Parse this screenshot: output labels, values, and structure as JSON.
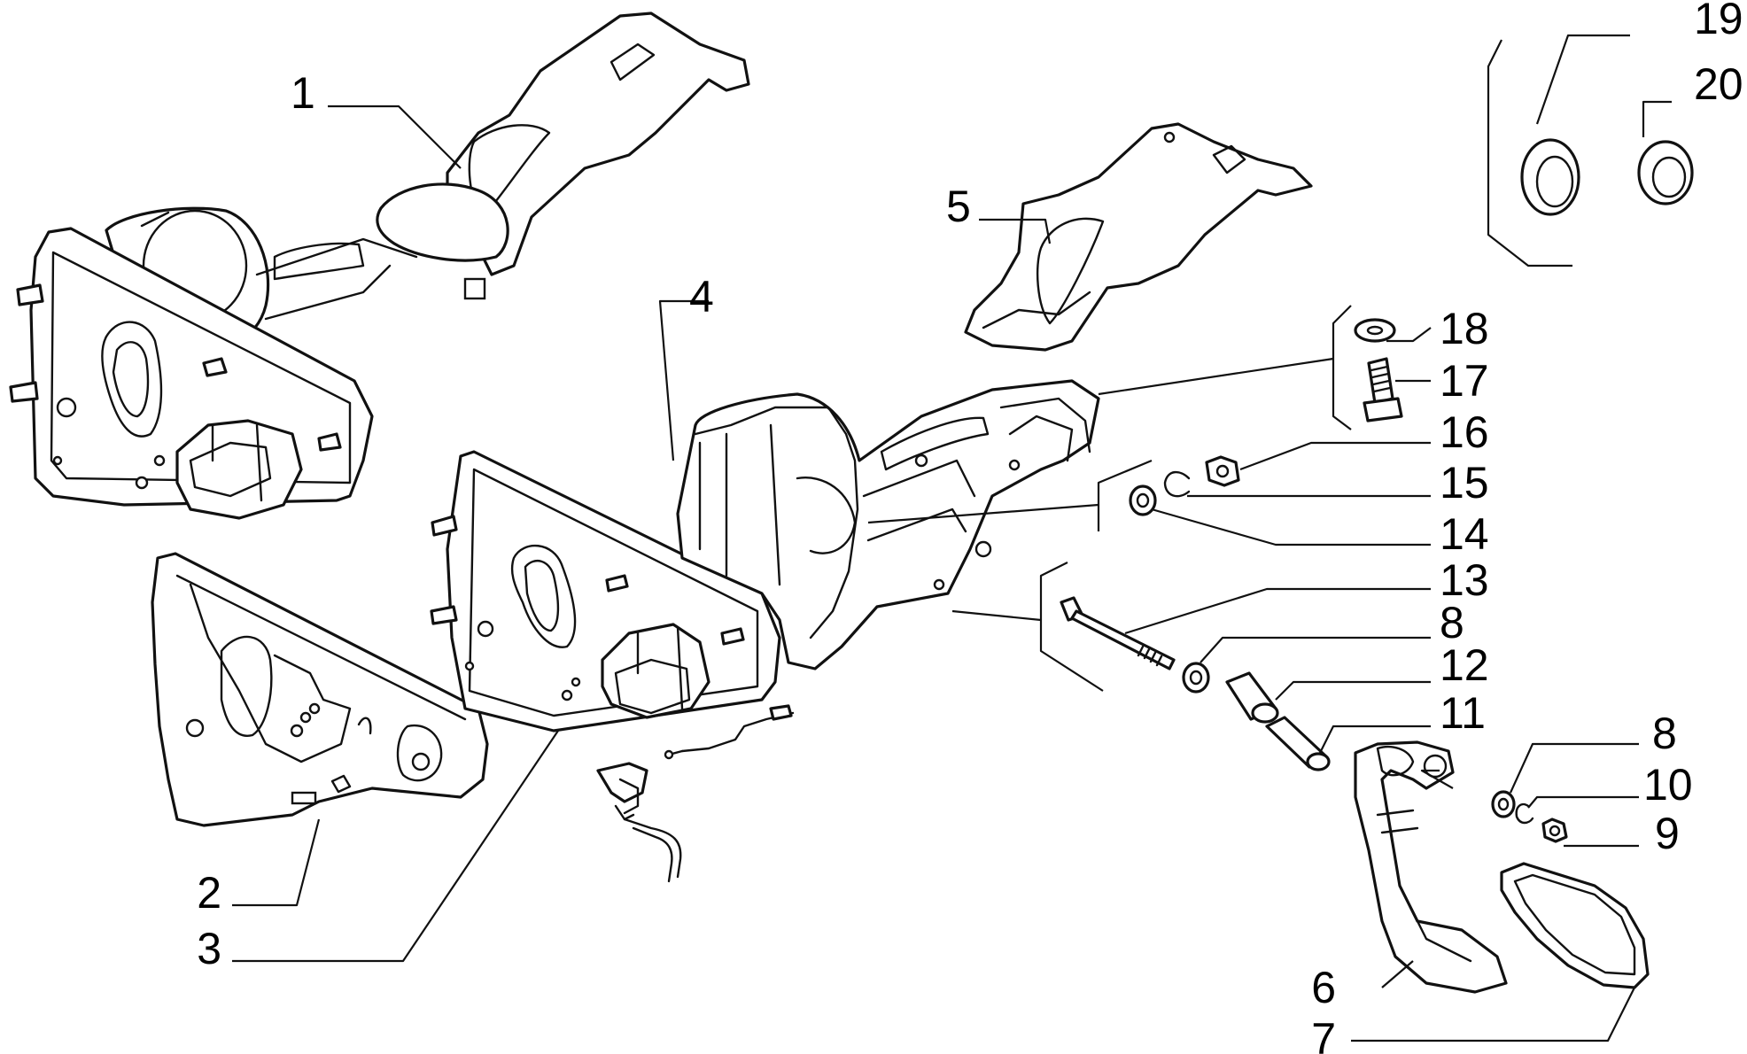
{
  "callouts": {
    "c1": "1",
    "c2": "2",
    "c3": "3",
    "c4": "4",
    "c5": "5",
    "c6": "6",
    "c7": "7",
    "c8a": "8",
    "c8b": "8",
    "c9": "9",
    "c10": "10",
    "c11": "11",
    "c12": "12",
    "c13": "13",
    "c14": "14",
    "c15": "15",
    "c16": "16",
    "c17": "17",
    "c18": "18",
    "c19": "19",
    "c20": "20"
  }
}
